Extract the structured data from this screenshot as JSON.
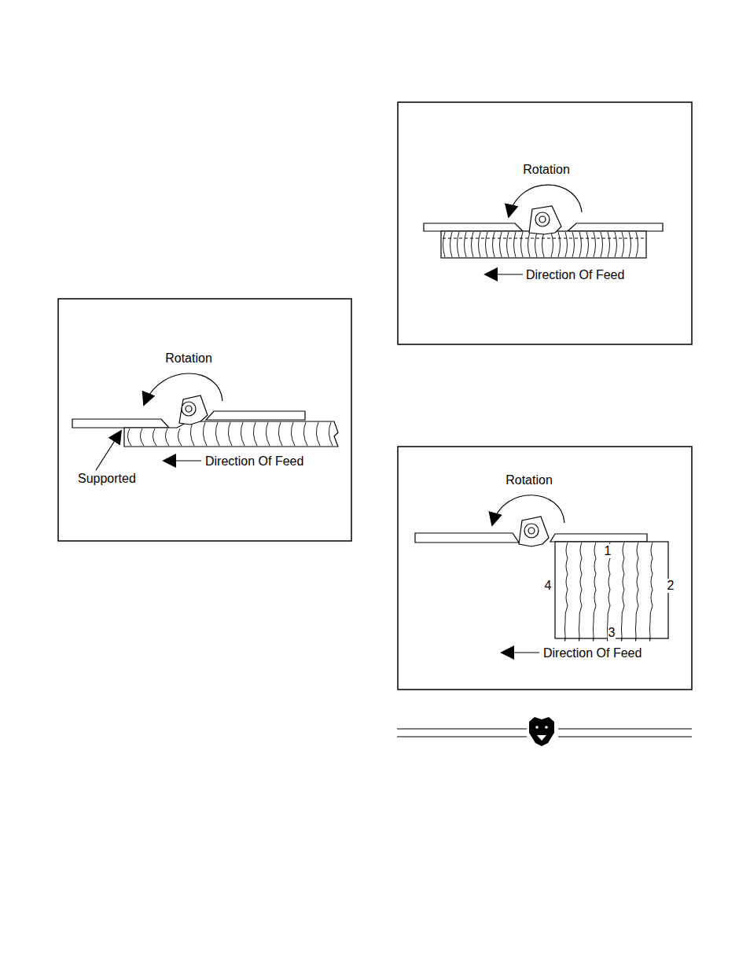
{
  "diagram": {
    "labels": [
      "Rotation",
      "Direction Of Feed",
      "Rotation",
      "Direction Of Feed",
      "Supported",
      "Rotation",
      "1",
      "4",
      "2",
      "3",
      "Direction Of Feed"
    ]
  }
}
